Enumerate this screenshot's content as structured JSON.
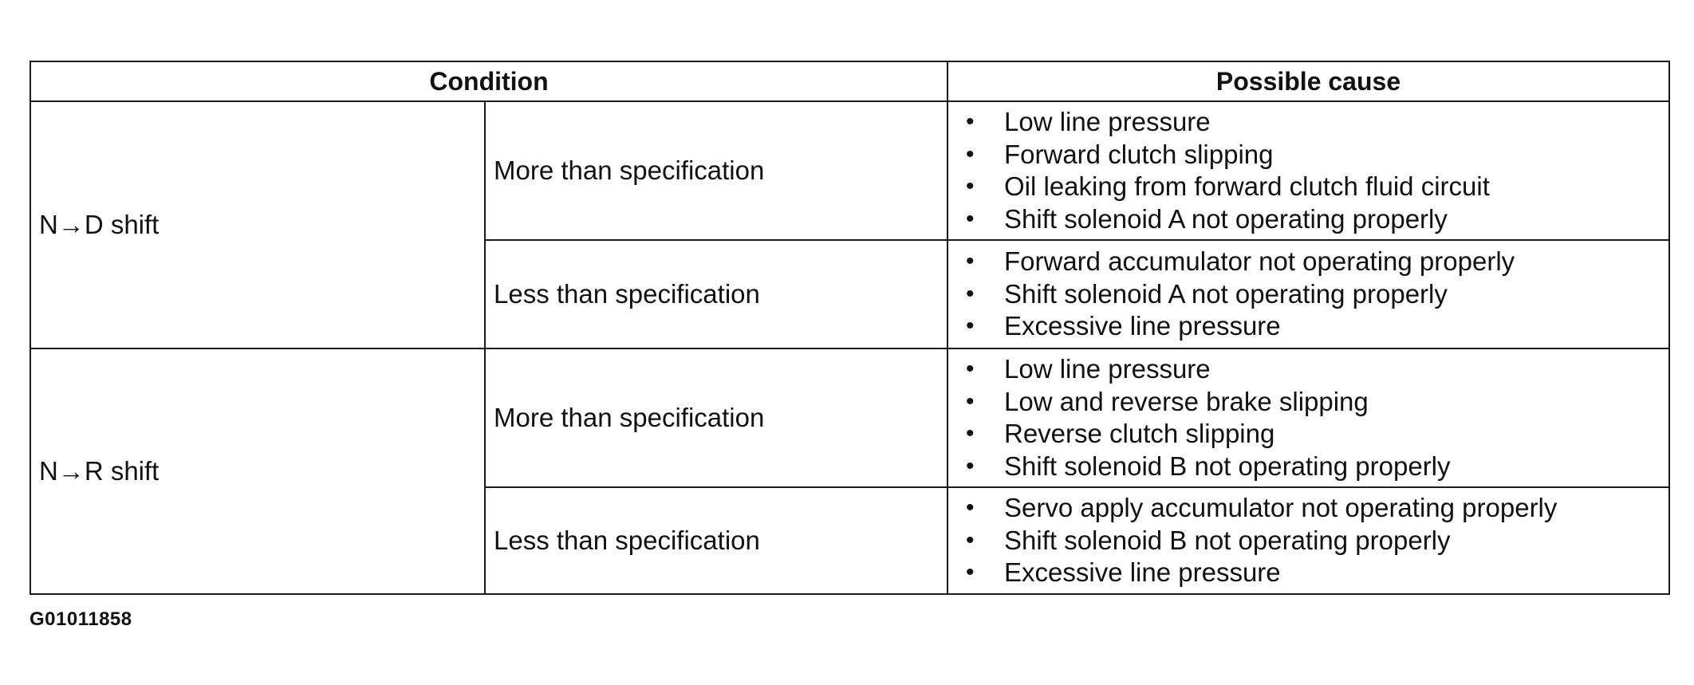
{
  "table": {
    "headers": {
      "condition": "Condition",
      "possible_cause": "Possible cause"
    },
    "groups": [
      {
        "condition": "N→D shift",
        "rows": [
          {
            "sub_condition": "More than specification",
            "causes": [
              "Low line pressure",
              "Forward clutch slipping",
              "Oil leaking from forward clutch fluid circuit",
              "Shift solenoid A not operating properly"
            ]
          },
          {
            "sub_condition": "Less than specification",
            "causes": [
              "Forward accumulator not operating properly",
              "Shift solenoid A not operating properly",
              "Excessive line pressure"
            ]
          }
        ]
      },
      {
        "condition": "N→R shift",
        "rows": [
          {
            "sub_condition": "More than specification",
            "causes": [
              "Low line pressure",
              "Low and reverse brake slipping",
              "Reverse clutch slipping",
              "Shift solenoid B not operating properly"
            ]
          },
          {
            "sub_condition": "Less than specification",
            "causes": [
              "Servo apply accumulator not operating properly",
              "Shift solenoid B not operating properly",
              "Excessive line pressure"
            ]
          }
        ]
      }
    ]
  },
  "figure_id": "G01011858"
}
